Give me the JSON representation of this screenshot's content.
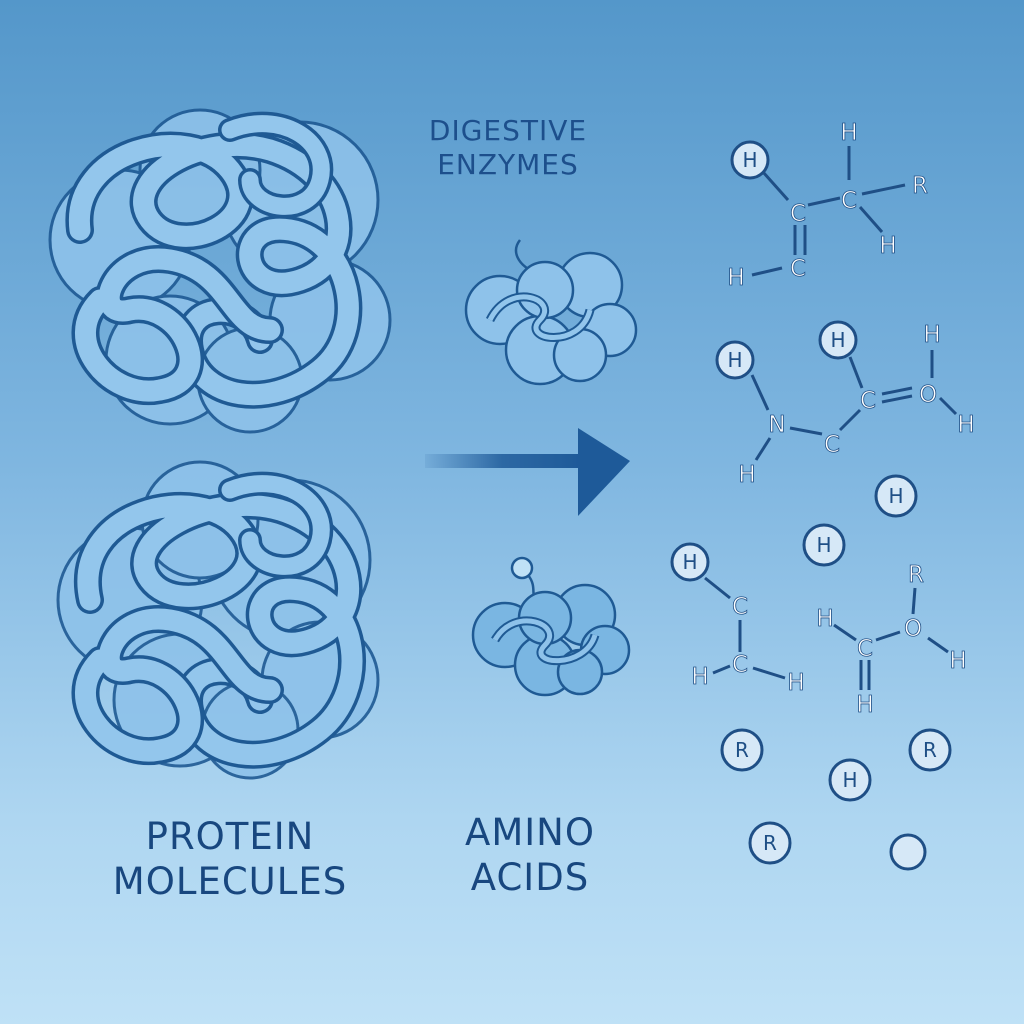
{
  "labels": {
    "enzymes_line1": "DIGESTIVE",
    "enzymes_line2": "ENZYMES",
    "protein_line1": "PROTEIN",
    "protein_line2": "MOLECULES",
    "amino_line1": "AMINO",
    "amino_line2": "ACIDS"
  },
  "symbols": {
    "hydrogen": "H",
    "carbon": "C",
    "nitrogen": "N",
    "oxygen": "O",
    "r_group": "R"
  },
  "colors": {
    "background_top": "#5497ca",
    "background_bottom": "#bfe1f6",
    "ribbon_fill": "#8ec2ea",
    "ribbon_outline": "#1f5a94",
    "label_text": "#18477f",
    "atom_text_light": "#ffffff",
    "atom_text_dark": "#1f4f86",
    "arrow": "#1e5a99"
  }
}
